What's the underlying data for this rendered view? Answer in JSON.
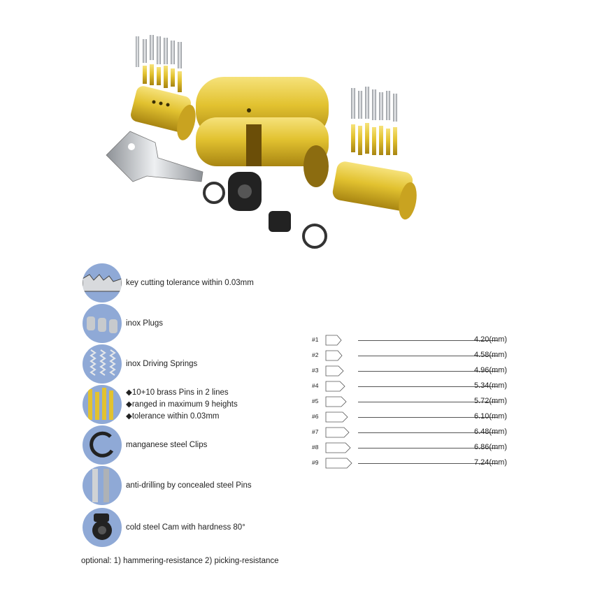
{
  "features": [
    {
      "icon": "key-cutting-icon",
      "lines": [
        "key cutting tolerance within 0.03mm"
      ]
    },
    {
      "icon": "inox-plugs-icon",
      "lines": [
        "inox Plugs"
      ]
    },
    {
      "icon": "driving-springs-icon",
      "lines": [
        "inox Driving Springs"
      ]
    },
    {
      "icon": "brass-pins-icon",
      "lines": [
        "◆10+10 brass Pins in 2 lines",
        "◆ranged in maximum 9 heights",
        "◆tolerance within 0.03mm"
      ]
    },
    {
      "icon": "steel-clip-icon",
      "lines": [
        "manganese steel Clips"
      ]
    },
    {
      "icon": "steel-pin-icon",
      "lines": [
        "anti-drilling by concealed steel Pins"
      ]
    },
    {
      "icon": "steel-cam-icon",
      "lines": [
        "cold steel Cam with hardness 80°"
      ]
    }
  ],
  "optional": "optional: 1) hammering-resistance  2) picking-resistance",
  "pin_heights": [
    {
      "label": "#1",
      "value": "4.20(mm)"
    },
    {
      "label": "#2",
      "value": "4.58(mm)"
    },
    {
      "label": "#3",
      "value": "4.96(mm)"
    },
    {
      "label": "#4",
      "value": "5.34(mm)"
    },
    {
      "label": "#5",
      "value": "5.72(mm)"
    },
    {
      "label": "#6",
      "value": "6.10(mm)"
    },
    {
      "label": "#7",
      "value": "6.48(mm)"
    },
    {
      "label": "#8",
      "value": "6.86(mm)"
    },
    {
      "label": "#9",
      "value": "7.24(mm)"
    }
  ],
  "colors": {
    "brass": "#e2c230",
    "circle": "#8fa9d6",
    "steel": "#b9bcc0",
    "black": "#222222"
  }
}
